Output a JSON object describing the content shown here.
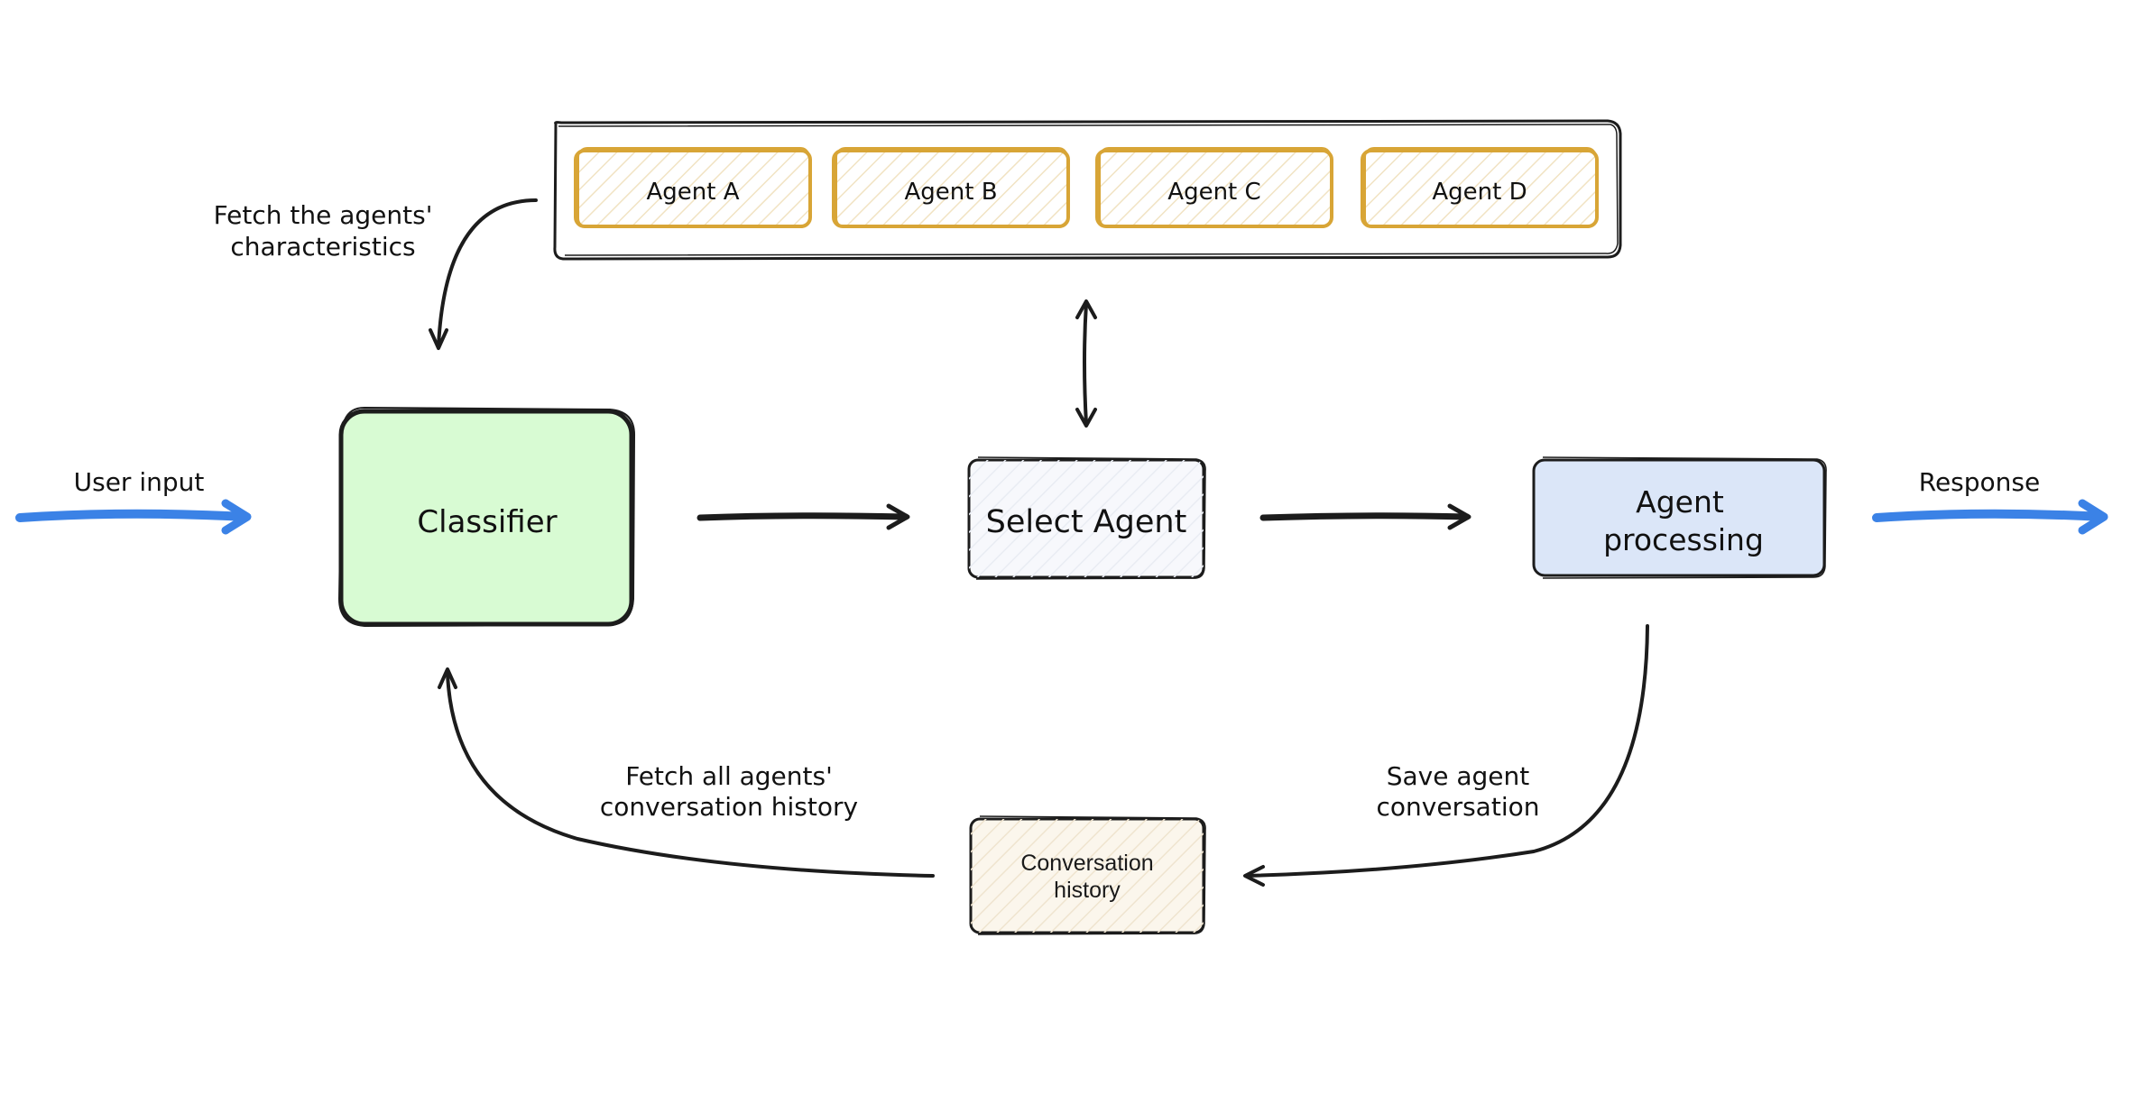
{
  "diagram": {
    "nodes": {
      "agents_container": {
        "agents": [
          "Agent A",
          "Agent B",
          "Agent C",
          "Agent D"
        ]
      },
      "classifier": {
        "label": "Classifier"
      },
      "select_agent": {
        "label": "Select Agent"
      },
      "agent_processing": {
        "line1": "Agent",
        "line2": "processing"
      },
      "conversation_history": {
        "line1": "Conversation",
        "line2": "history"
      }
    },
    "edge_labels": {
      "user_input": "User input",
      "response": "Response",
      "fetch_characteristics_1": "Fetch the agents'",
      "fetch_characteristics_2": "characteristics",
      "fetch_history_1": "Fetch all agents'",
      "fetch_history_2": "conversation history",
      "save_conversation_1": "Save agent",
      "save_conversation_2": "conversation"
    },
    "colors": {
      "agent_border": "#d8a536",
      "agent_hatch": "#f1e3c3",
      "classifier_fill": "#d8fbd3",
      "select_agent_fill": "#f7f8fc",
      "agent_processing_fill": "#dbe6f8",
      "conversation_fill": "#fbf6ec",
      "io_arrow": "#3b82e6",
      "stroke": "#1c1c1c"
    }
  }
}
